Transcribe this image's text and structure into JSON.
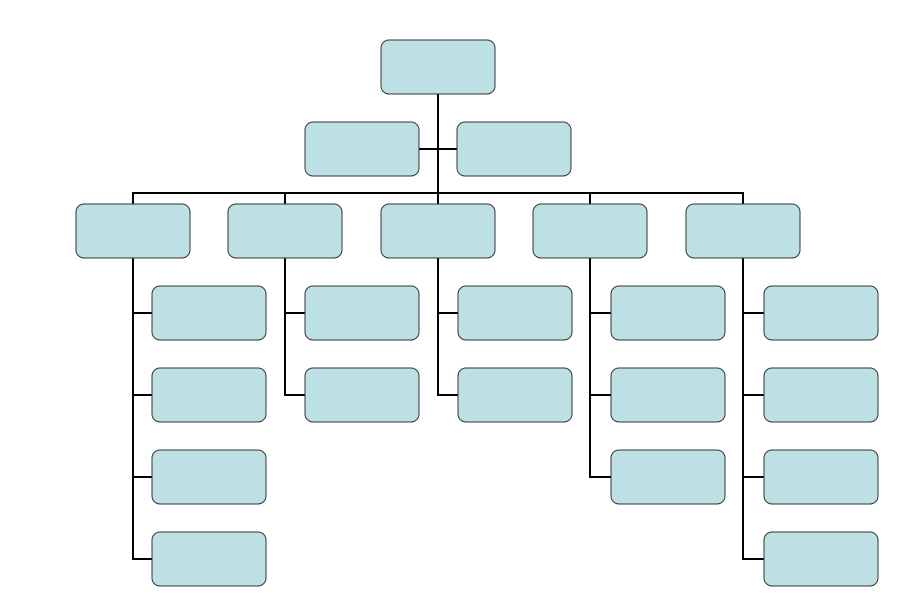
{
  "diagram": {
    "type": "org-chart",
    "node_fill": "#bde0e4",
    "node_stroke": "#333333",
    "connector_color": "#000000",
    "nodes": [
      {
        "id": "root",
        "label": "",
        "parent": null,
        "role": "top"
      },
      {
        "id": "assistant-left",
        "label": "",
        "parent": "root",
        "role": "assistant"
      },
      {
        "id": "assistant-right",
        "label": "",
        "parent": "root",
        "role": "assistant"
      },
      {
        "id": "dept-1",
        "label": "",
        "parent": "root",
        "role": "department"
      },
      {
        "id": "dept-2",
        "label": "",
        "parent": "root",
        "role": "department"
      },
      {
        "id": "dept-3",
        "label": "",
        "parent": "root",
        "role": "department"
      },
      {
        "id": "dept-4",
        "label": "",
        "parent": "root",
        "role": "department"
      },
      {
        "id": "dept-5",
        "label": "",
        "parent": "root",
        "role": "department"
      },
      {
        "id": "dept-1-sub-1",
        "label": "",
        "parent": "dept-1",
        "role": "subordinate"
      },
      {
        "id": "dept-1-sub-2",
        "label": "",
        "parent": "dept-1",
        "role": "subordinate"
      },
      {
        "id": "dept-1-sub-3",
        "label": "",
        "parent": "dept-1",
        "role": "subordinate"
      },
      {
        "id": "dept-1-sub-4",
        "label": "",
        "parent": "dept-1",
        "role": "subordinate"
      },
      {
        "id": "dept-2-sub-1",
        "label": "",
        "parent": "dept-2",
        "role": "subordinate"
      },
      {
        "id": "dept-2-sub-2",
        "label": "",
        "parent": "dept-2",
        "role": "subordinate"
      },
      {
        "id": "dept-3-sub-1",
        "label": "",
        "parent": "dept-3",
        "role": "subordinate"
      },
      {
        "id": "dept-3-sub-2",
        "label": "",
        "parent": "dept-3",
        "role": "subordinate"
      },
      {
        "id": "dept-4-sub-1",
        "label": "",
        "parent": "dept-4",
        "role": "subordinate"
      },
      {
        "id": "dept-4-sub-2",
        "label": "",
        "parent": "dept-4",
        "role": "subordinate"
      },
      {
        "id": "dept-4-sub-3",
        "label": "",
        "parent": "dept-4",
        "role": "subordinate"
      },
      {
        "id": "dept-5-sub-1",
        "label": "",
        "parent": "dept-5",
        "role": "subordinate"
      },
      {
        "id": "dept-5-sub-2",
        "label": "",
        "parent": "dept-5",
        "role": "subordinate"
      },
      {
        "id": "dept-5-sub-3",
        "label": "",
        "parent": "dept-5",
        "role": "subordinate"
      },
      {
        "id": "dept-5-sub-4",
        "label": "",
        "parent": "dept-5",
        "role": "subordinate"
      }
    ]
  }
}
